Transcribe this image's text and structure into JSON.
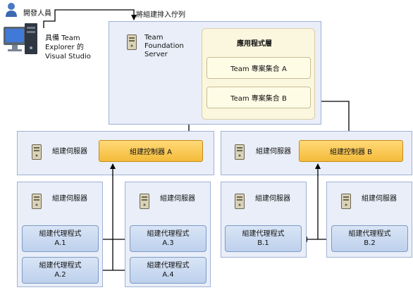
{
  "developer": {
    "label": "開發人員",
    "client_label": "具備 Team\nExplorer 的\nVisual Studio"
  },
  "queue_label": "將組建排入佇列",
  "tfs": {
    "label": "Team\nFoundation\nServer",
    "app_tier": "應用程式層",
    "collection_a": "Team 專案集合 A",
    "collection_b": "Team 專案集合 B"
  },
  "build_server_label": "組建伺服器",
  "controller_a": "組建控制器 A",
  "controller_b": "組建控制器 B",
  "agents": {
    "agent_label": "組建代理程式",
    "a1": "A.1",
    "a2": "A.2",
    "a3": "A.3",
    "a4": "A.4",
    "b1": "B.1",
    "b2": "B.2"
  },
  "colors": {
    "panel": "#e9eef8",
    "controller": "#f7c549",
    "agent": "#c9d9f0",
    "app_tier": "#fbf6de"
  }
}
